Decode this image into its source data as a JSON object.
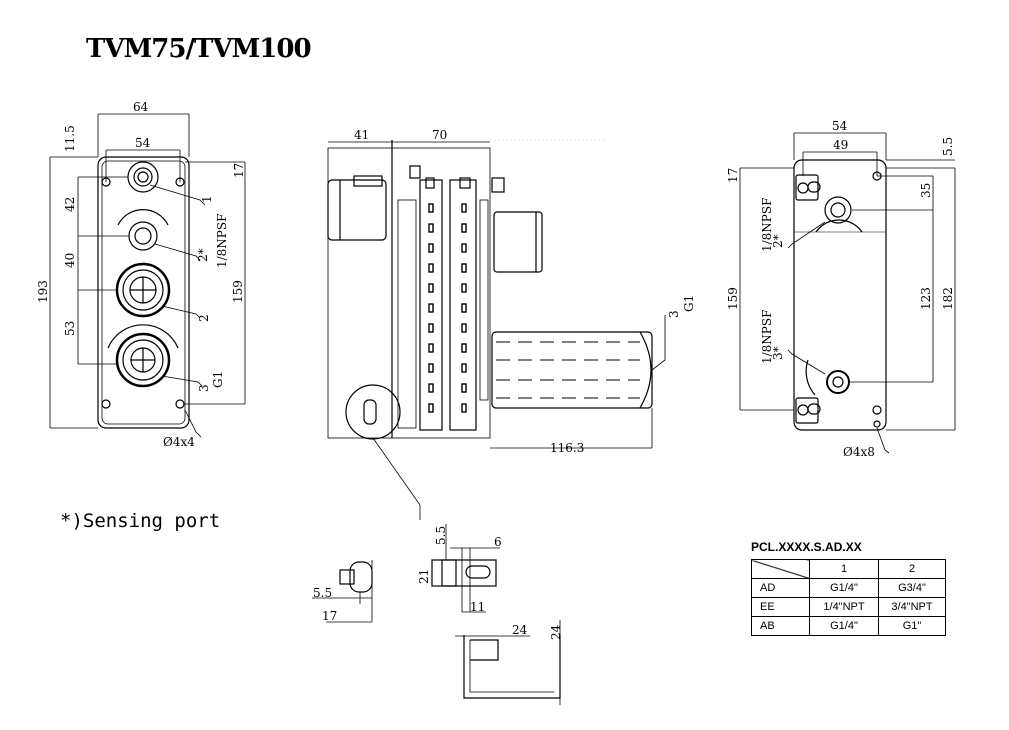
{
  "title": "TVM75/TVM100",
  "note": "*)Sensing port",
  "left_view": {
    "dims": [
      "64",
      "54",
      "11.5",
      "17",
      "42",
      "40",
      "193",
      "159",
      "53"
    ],
    "callouts": [
      "1",
      "2*",
      "1/8NPSF",
      "2",
      "3",
      "G1",
      "Ø4x4"
    ]
  },
  "middle_view": {
    "dims": [
      "41",
      "70",
      "116.3"
    ],
    "callouts": [
      "3",
      "G1"
    ]
  },
  "right_view": {
    "dims": [
      "54",
      "49",
      "5.5",
      "17",
      "35",
      "159",
      "123",
      "182"
    ],
    "callouts": [
      "1/8NPSF",
      "2*",
      "1/8NPSF",
      "3*",
      "Ø4x8"
    ]
  },
  "detail_view": {
    "dims": [
      "5.5",
      "6",
      "21",
      "11",
      "5.5",
      "17",
      "24",
      "24"
    ]
  },
  "code_table": {
    "title": "PCL.XXXX.S.AD.XX",
    "header": [
      "",
      "1",
      "2"
    ],
    "rows": [
      [
        "AD",
        "G1/4\"",
        "G3/4\""
      ],
      [
        "EE",
        "1/4\"NPT",
        "3/4\"NPT"
      ],
      [
        "AB",
        "G1/4\"",
        "G1\""
      ]
    ]
  }
}
